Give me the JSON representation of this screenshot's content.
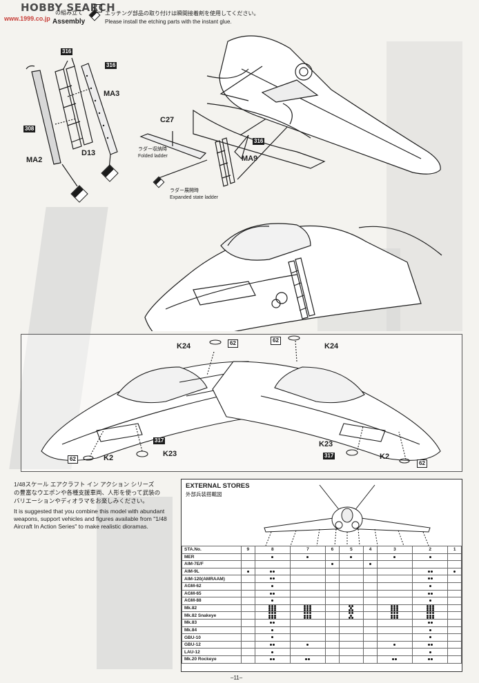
{
  "watermark": {
    "brand": "HOBBY SEARCH",
    "sub": "www.1999.co.jp"
  },
  "header": {
    "step_jp": "の組み立て",
    "step_en": "Assembly",
    "notice_jp": "エッチング部品の取り付けは瞬間接着剤を使用してください。",
    "notice_en": "Please install the etching parts with the instant glue."
  },
  "ladder_labels": {
    "p316a": "316",
    "p316b": "316",
    "p316c": "316",
    "p308": "308",
    "ma3": "MA3",
    "ma2": "MA2",
    "d13": "D13",
    "c27": "C27",
    "ma9": "MA9",
    "folded_jp": "ラダー収納時",
    "folded_en": "Folded ladder",
    "expanded_jp": "ラダー展開時",
    "expanded_en": "Expanded state ladder"
  },
  "nose_panel": {
    "k24_left": "K24",
    "p62_tl": "62",
    "k2_left": "K2",
    "p62_bl": "62",
    "p317_l": "317",
    "k23_left": "K23",
    "k24_right": "K24",
    "p62_tr": "62",
    "k23_right": "K23",
    "p317_r": "317",
    "k2_right": "K2",
    "p62_br": "62"
  },
  "intro": {
    "jp_lines": [
      "1/48スケール エアクラフト イン アクション シリーズ",
      "の豊富なウエポンや各種支援車両、人形を使って武装の",
      "バリエーションやディオラマをお楽しみください。"
    ],
    "en_lines": [
      "It is suggested that you combine this model with abundant",
      "weapons, support vehicles and figures available from \"1/48",
      "Aircraft In Action Series\" to make realistic dioramas."
    ]
  },
  "external_stores": {
    "title": "EXTERNAL STORES",
    "subtitle": "外部兵装搭載図",
    "sta_label": "STA.No.",
    "stations": [
      "9",
      "8",
      "7",
      "6",
      "5",
      "4",
      "3",
      "2",
      "1"
    ],
    "rows": [
      {
        "name": "MER",
        "cells": [
          0,
          1,
          1,
          0,
          1,
          0,
          1,
          1,
          0
        ]
      },
      {
        "name": "AIM-7E/F",
        "cells": [
          0,
          0,
          0,
          1,
          0,
          1,
          0,
          0,
          0
        ]
      },
      {
        "name": "AIM-9L",
        "cells": [
          1,
          2,
          0,
          0,
          0,
          0,
          0,
          2,
          1
        ]
      },
      {
        "name": "AIM-120(AMRAAM)",
        "cells": [
          0,
          2,
          0,
          0,
          0,
          0,
          0,
          2,
          0
        ]
      },
      {
        "name": "AGM-62",
        "cells": [
          0,
          1,
          0,
          0,
          0,
          0,
          0,
          1,
          0
        ]
      },
      {
        "name": "AGM-65",
        "cells": [
          0,
          2,
          0,
          0,
          0,
          0,
          0,
          2,
          0
        ]
      },
      {
        "name": "AGM-88",
        "cells": [
          0,
          1,
          0,
          0,
          0,
          0,
          0,
          1,
          0
        ]
      },
      {
        "name": "Mk.82",
        "cells": [
          0,
          9,
          9,
          0,
          5,
          0,
          9,
          9,
          0
        ]
      },
      {
        "name": "Mk.82 Snakeye",
        "cells": [
          0,
          9,
          9,
          0,
          5,
          0,
          9,
          9,
          0
        ]
      },
      {
        "name": "Mk.83",
        "cells": [
          0,
          2,
          0,
          0,
          0,
          0,
          0,
          2,
          0
        ]
      },
      {
        "name": "Mk.84",
        "cells": [
          0,
          1,
          0,
          0,
          0,
          0,
          0,
          1,
          0
        ]
      },
      {
        "name": "GBU-10",
        "cells": [
          0,
          1,
          0,
          0,
          0,
          0,
          0,
          1,
          0
        ]
      },
      {
        "name": "GBU-12",
        "cells": [
          0,
          2,
          1,
          0,
          0,
          0,
          1,
          2,
          0
        ]
      },
      {
        "name": "LAU-12",
        "cells": [
          0,
          1,
          0,
          0,
          0,
          0,
          0,
          1,
          0
        ]
      },
      {
        "name": "Mk.20 Rockeye",
        "cells": [
          0,
          2,
          2,
          0,
          0,
          0,
          2,
          2,
          0
        ]
      }
    ]
  },
  "page_number": "–11–"
}
